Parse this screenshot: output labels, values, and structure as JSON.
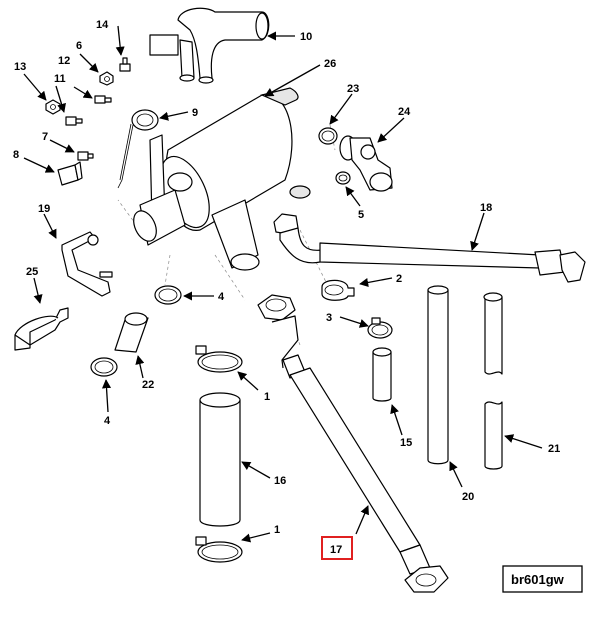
{
  "reference_code": "br601gw",
  "highlight_color": "#e02020",
  "callouts": {
    "c1a": "1",
    "c1b": "1",
    "c2": "2",
    "c3": "3",
    "c4a": "4",
    "c4b": "4",
    "c5": "5",
    "c6": "6",
    "c7": "7",
    "c8": "8",
    "c9": "9",
    "c10": "10",
    "c11": "11",
    "c12": "12",
    "c13": "13",
    "c14": "14",
    "c15": "15",
    "c16": "16",
    "c17": "17",
    "c18": "18",
    "c19": "19",
    "c20": "20",
    "c21": "21",
    "c22": "22",
    "c23": "23",
    "c24": "24",
    "c25": "25",
    "c26": "26"
  },
  "selected_callout": "17"
}
